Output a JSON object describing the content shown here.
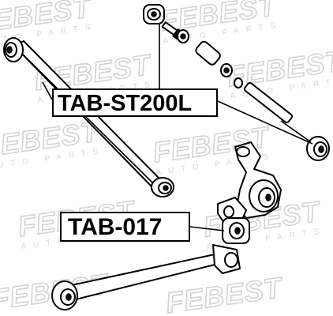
{
  "watermark": {
    "brand": "FEBEST",
    "subtext": "AUTO PARTS"
  },
  "labels": [
    {
      "id": "st200l",
      "text": "TAB-ST200L"
    },
    {
      "id": "017",
      "text": "TAB-017"
    }
  ]
}
